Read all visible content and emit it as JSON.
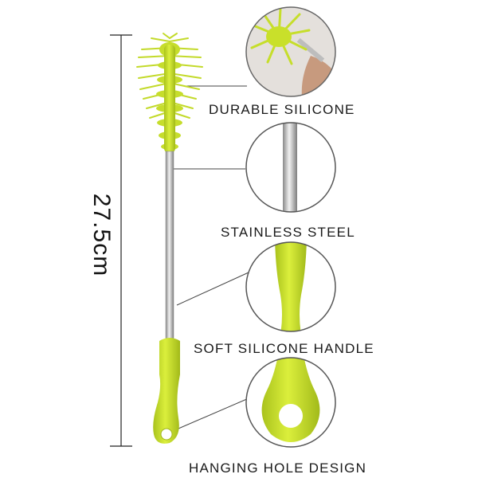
{
  "measurement": {
    "length_label": "27.5cm"
  },
  "features": [
    {
      "label": "DURABLE SILICONE"
    },
    {
      "label": "STAINLESS STEEL"
    },
    {
      "label": "SOFT SILICONE HANDLE"
    },
    {
      "label": "HANGING HOLE DESIGN"
    }
  ],
  "colors": {
    "silicone": "#c9e02a",
    "silicone_dark": "#9fb51c",
    "steel": "#b5b5b5",
    "line": "#333333"
  }
}
